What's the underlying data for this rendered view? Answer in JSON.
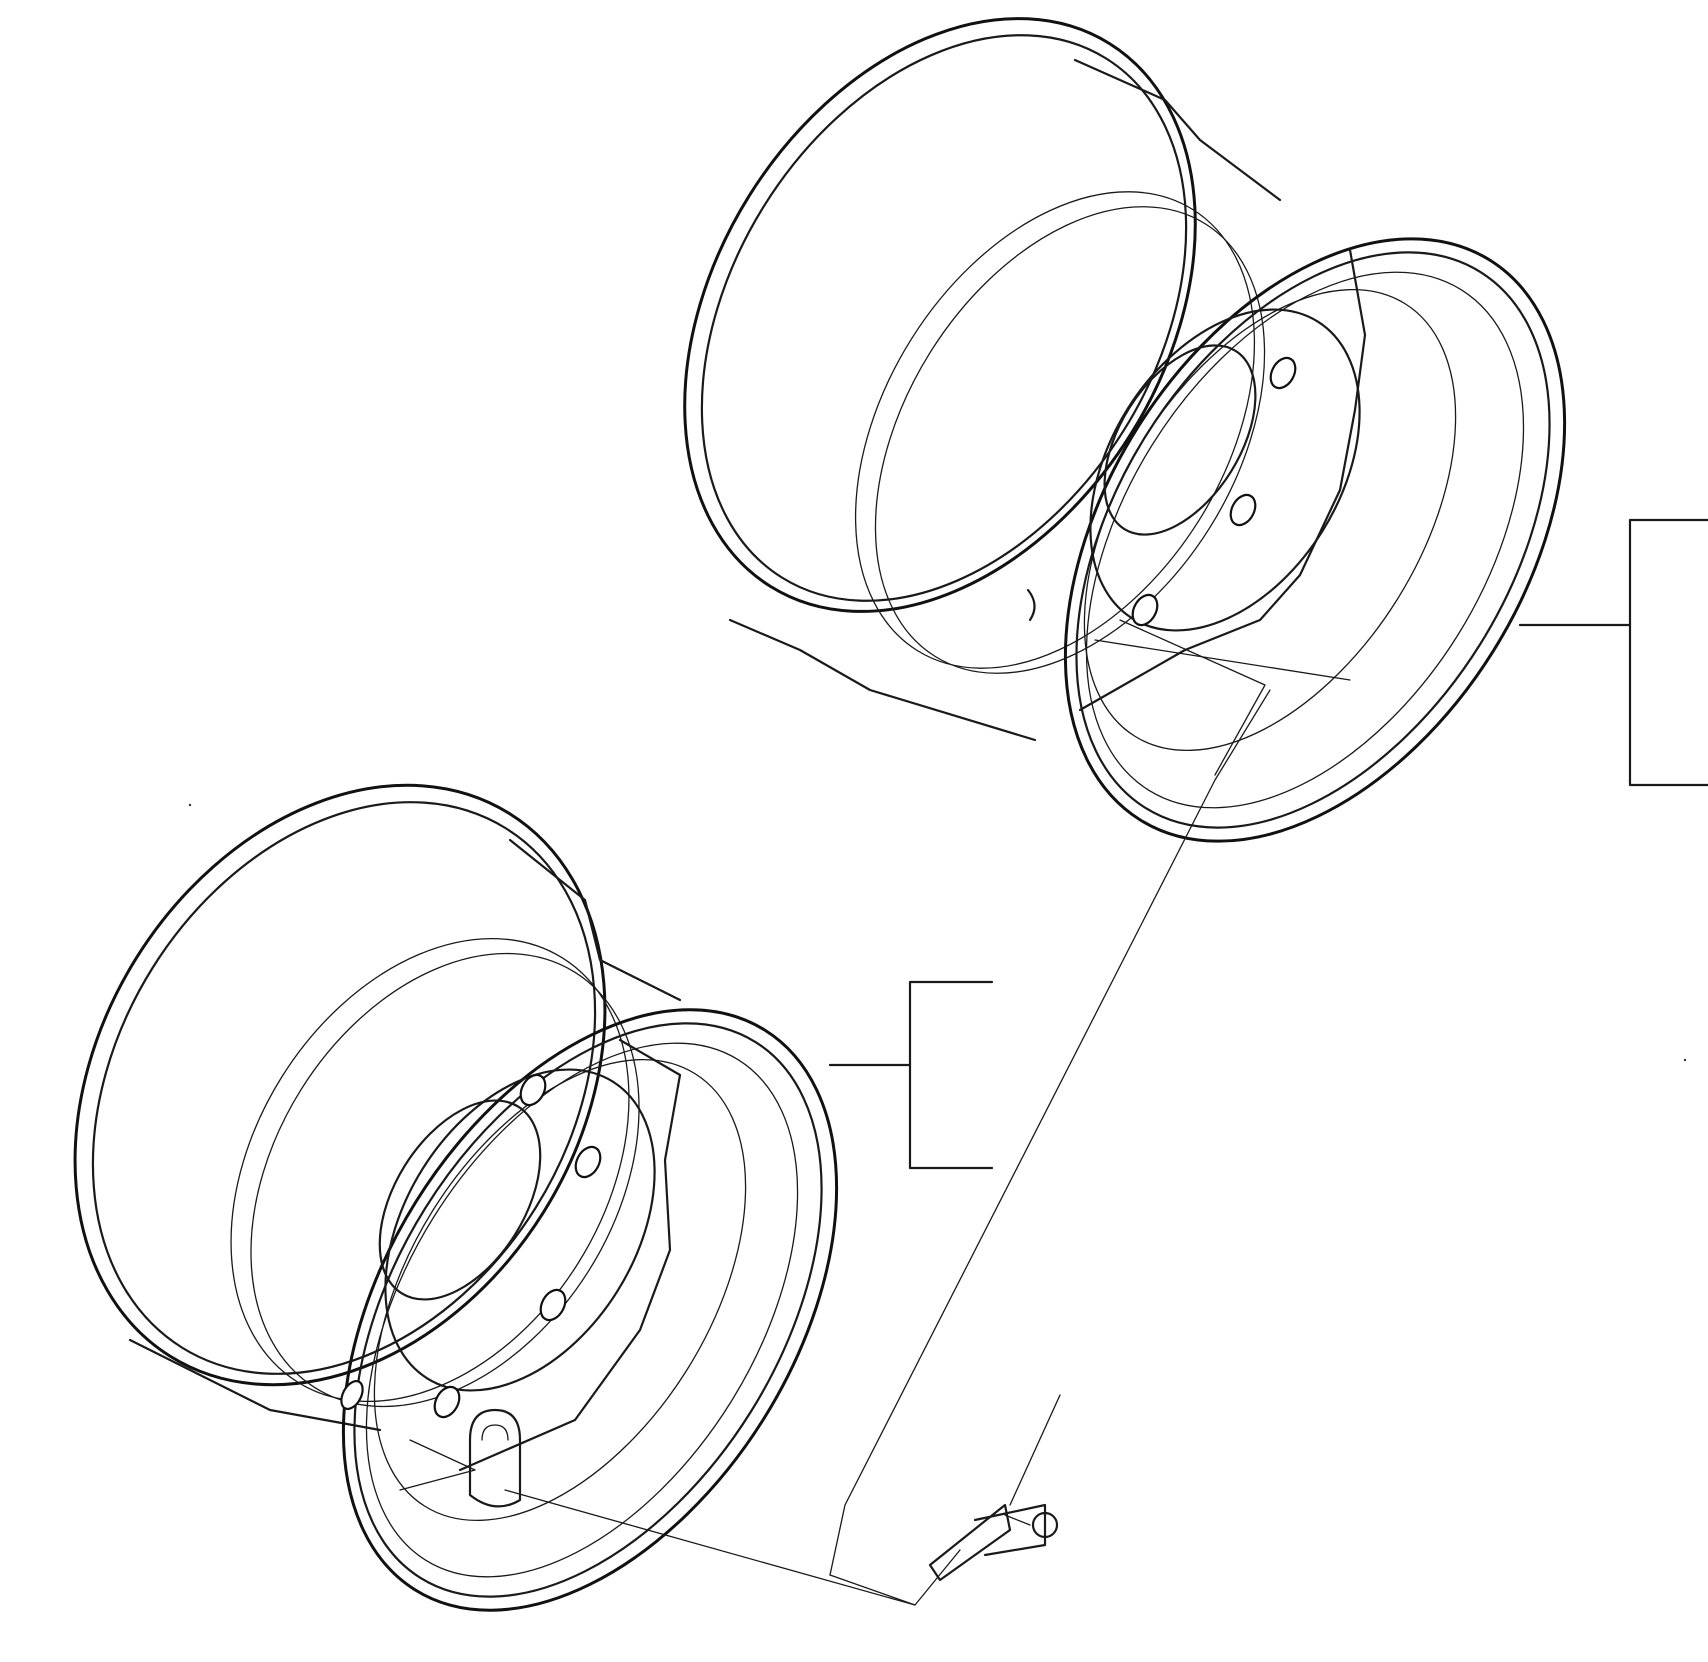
{
  "figure": {
    "kind": "exploded parts drawing",
    "background": "#ffffff",
    "line_color": "#1a1a1a",
    "parts": [
      {
        "id": "wheel-rim-upper",
        "icon": "wheel-rim-icon"
      },
      {
        "id": "wheel-rim-lower",
        "icon": "wheel-rim-icon"
      },
      {
        "id": "tire-valve",
        "icon": "valve-stem-icon"
      }
    ],
    "callouts": [
      {
        "id": "bracket-upper",
        "target": "wheel-rim-upper"
      },
      {
        "id": "bracket-lower",
        "target": "wheel-rim-lower"
      },
      {
        "id": "leader-valve",
        "target": "tire-valve"
      }
    ]
  }
}
